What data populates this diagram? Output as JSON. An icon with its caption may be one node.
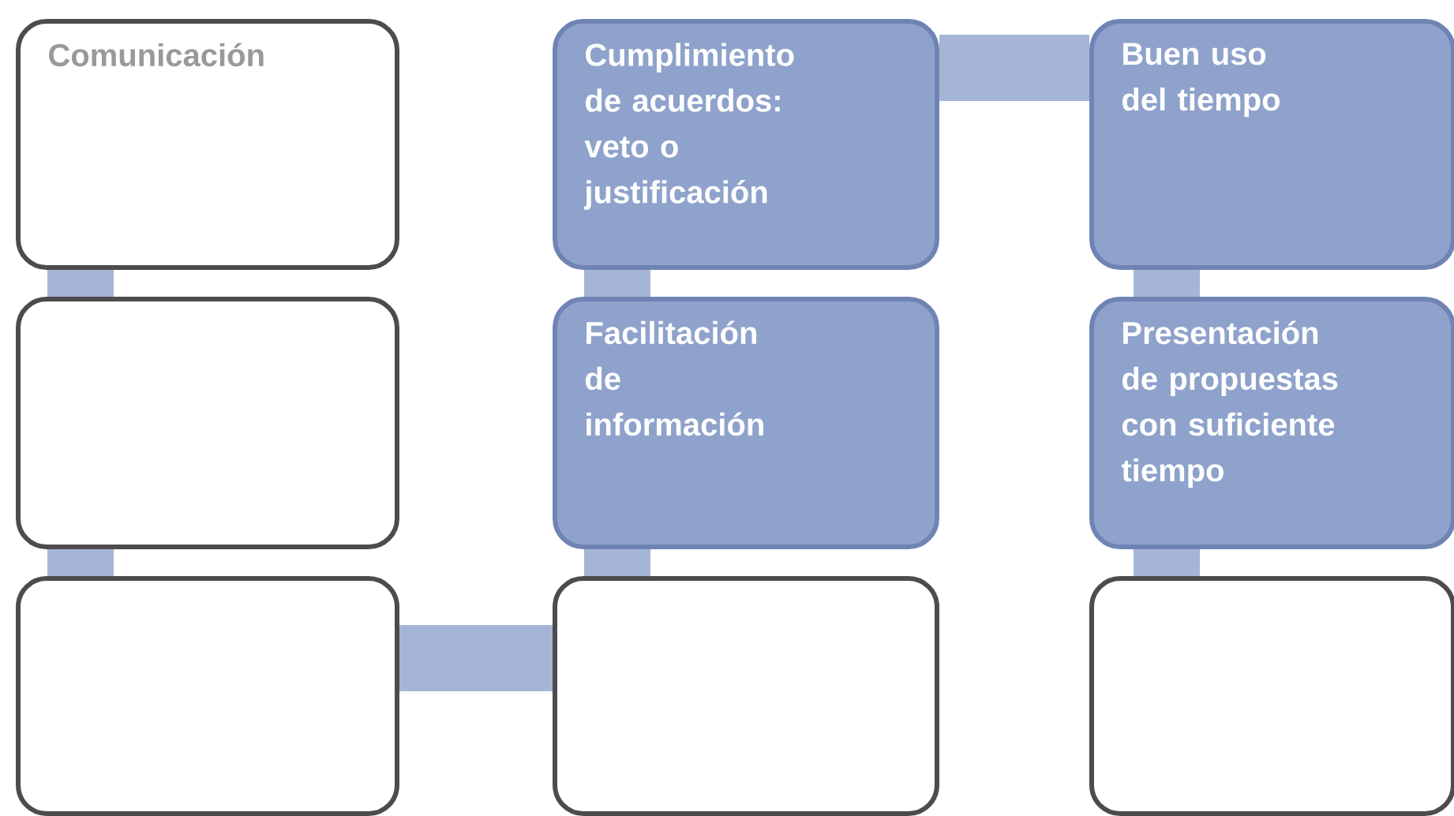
{
  "diagram": {
    "nodes": [
      {
        "text": [
          "Comunicación"
        ]
      },
      {
        "text": [
          "Cumplimiento de acuerdos: veto o justificación"
        ]
      },
      {
        "text": [
          "Buen uso del tiempo"
        ]
      },
      {
        "text": [],
        "shape": "box"
      },
      {
        "text": [
          "Facilitación de información"
        ]
      },
      {
        "text": [
          "Presentación de propuestas con suficiente tiempo"
        ]
      },
      {
        "text": [],
        "shape": "box"
      },
      {
        "text": [],
        "shape": "box"
      },
      {
        "text": [],
        "shape": "box"
      }
    ],
    "edges": [
      {
        "from": 0,
        "to": 3,
        "arrow": "none"
      },
      {
        "from": 3,
        "to": 6,
        "arrow": "none"
      },
      {
        "from": 6,
        "to": 7,
        "arrow": "none"
      },
      {
        "from": 7,
        "to": 4,
        "arrow": "none"
      },
      {
        "from": 4,
        "to": 1,
        "arrow": "none"
      },
      {
        "from": 1,
        "to": 2,
        "arrow": "none"
      },
      {
        "from": 2,
        "to": 5,
        "arrow": "none"
      },
      {
        "from": 5,
        "to": 8,
        "arrow": "none"
      }
    ]
  }
}
